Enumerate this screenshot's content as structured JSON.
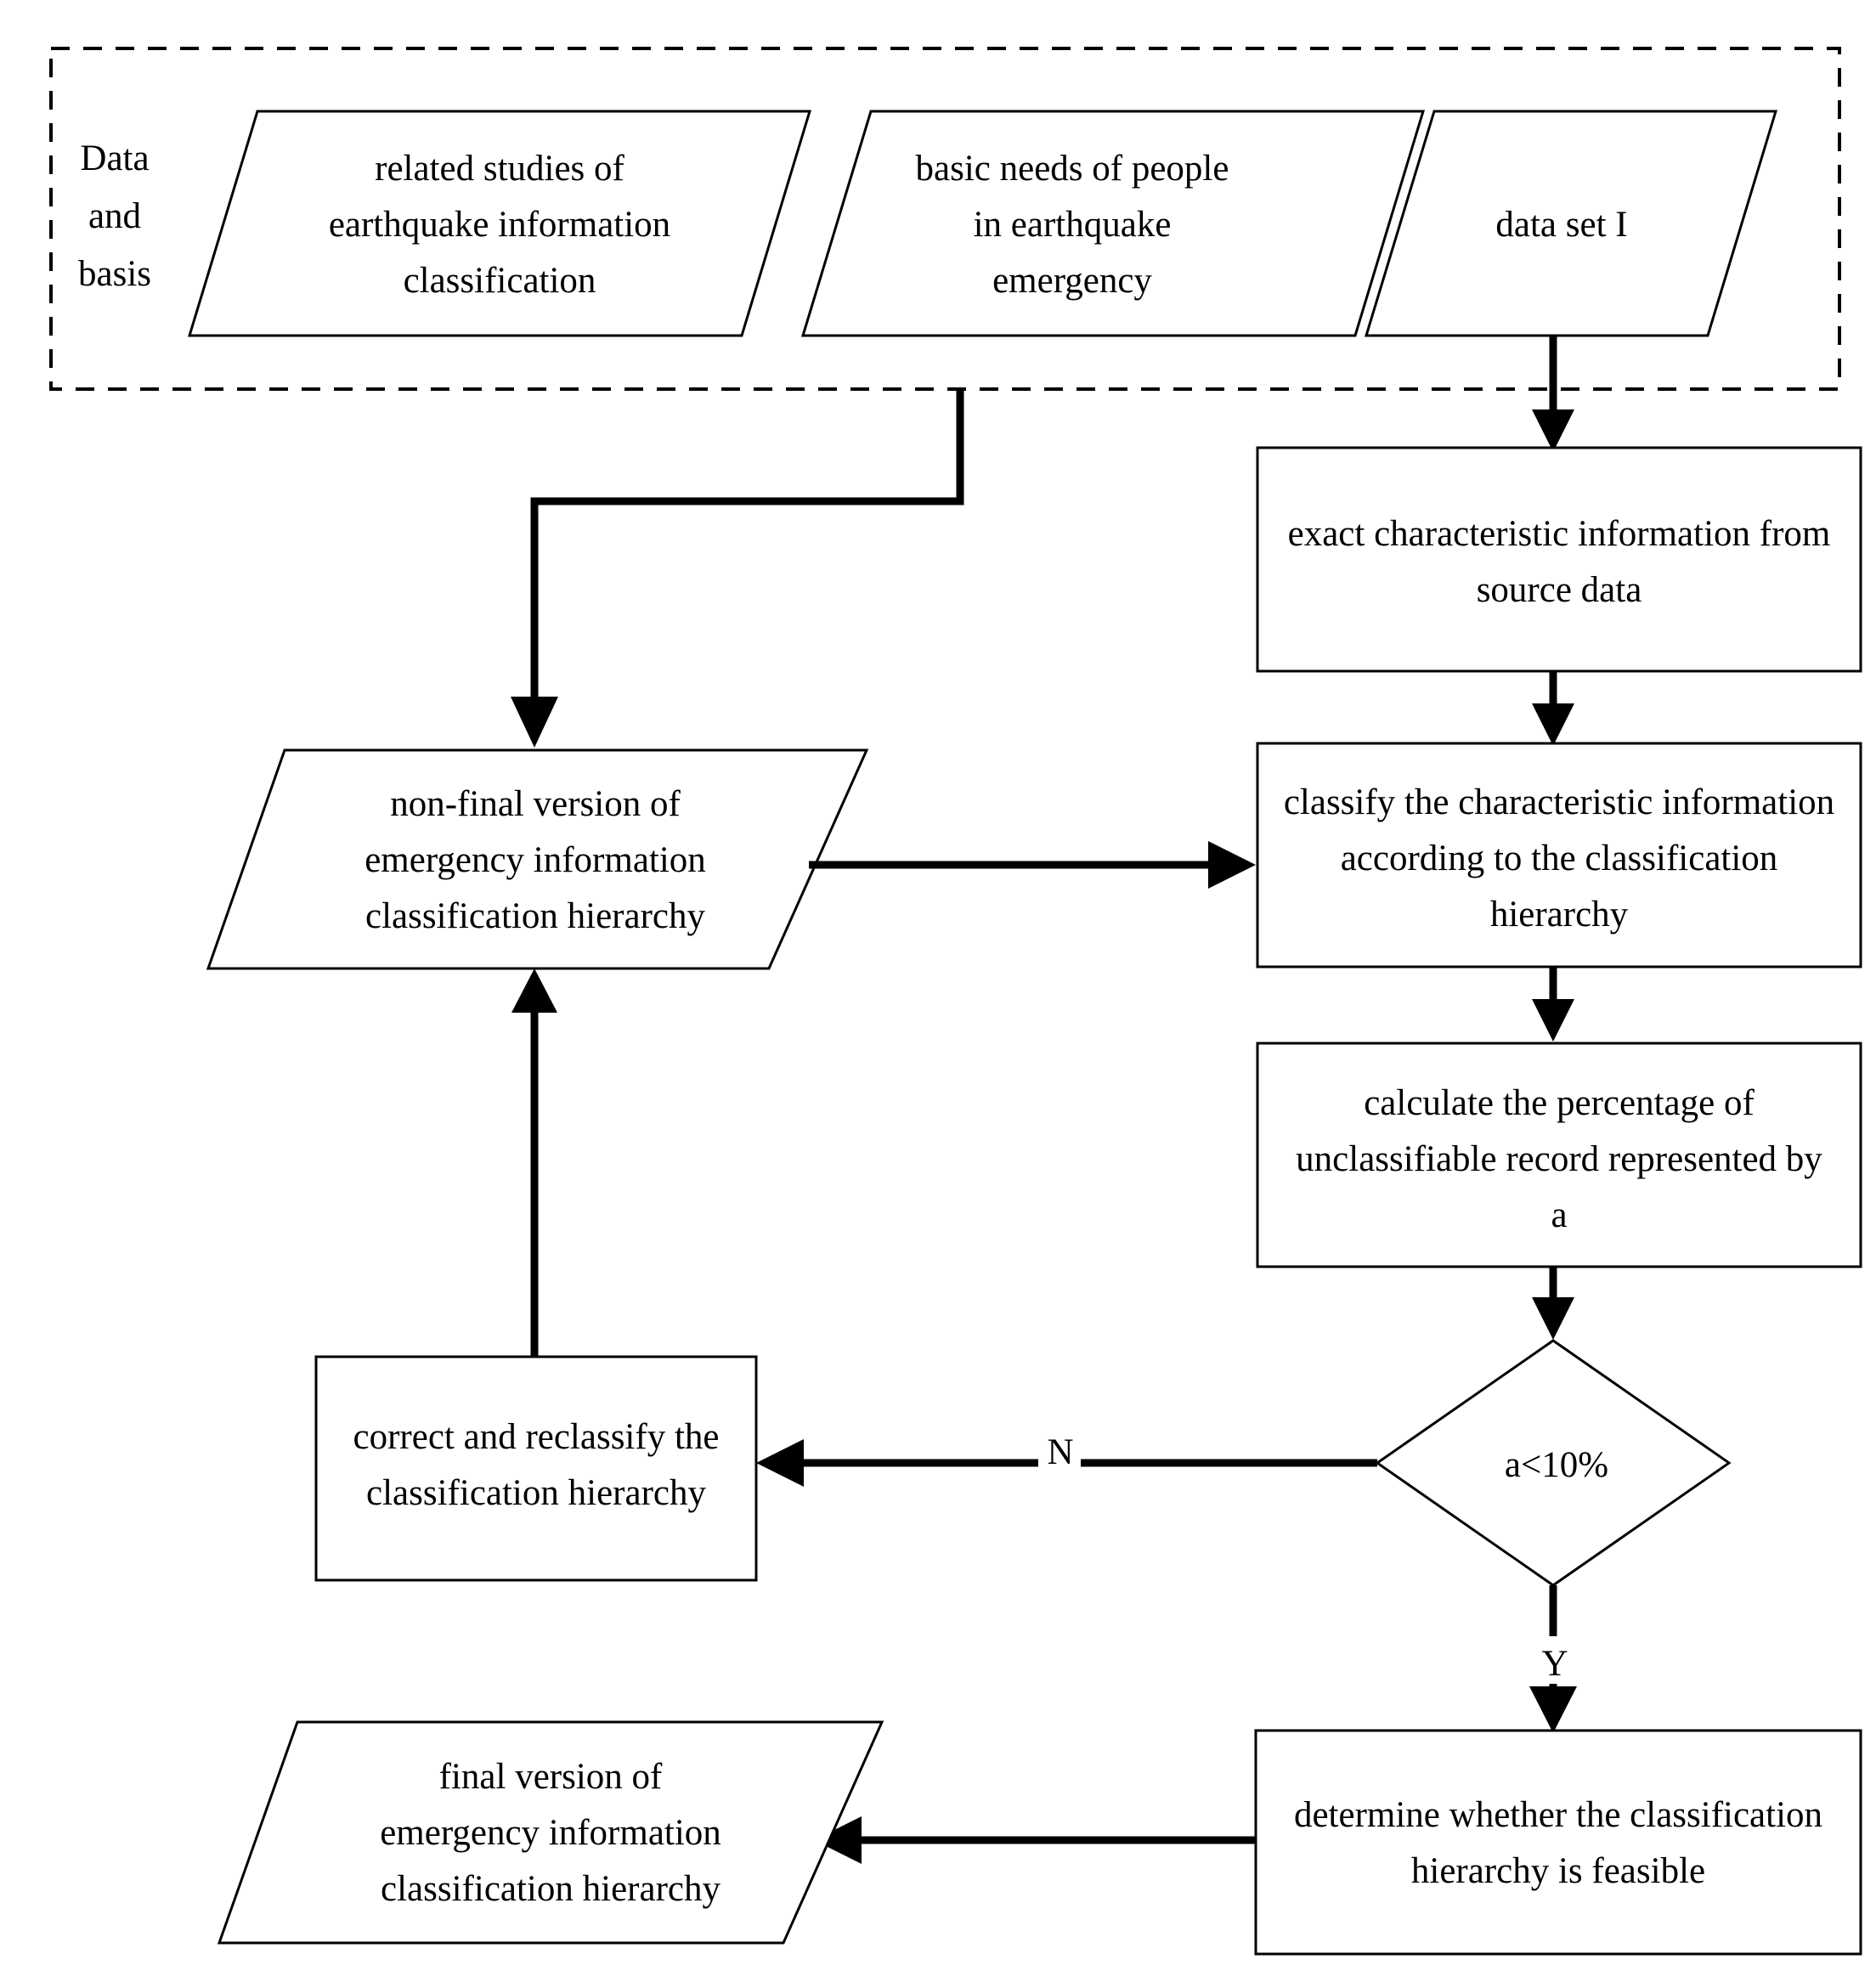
{
  "diagram": {
    "title_group": {
      "label": "Data\nand\nbasis",
      "label_lines": [
        "Data",
        "and",
        "basis"
      ]
    },
    "nodes": [
      {
        "id": "related-studies",
        "shape": "parallelogram",
        "lines": [
          "related studies of",
          "earthquake information",
          "classification"
        ]
      },
      {
        "id": "basic-needs",
        "shape": "parallelogram",
        "lines": [
          "basic needs of people",
          "in earthquake",
          "emergency"
        ]
      },
      {
        "id": "data-set-i",
        "shape": "parallelogram",
        "lines": [
          "data set I"
        ]
      },
      {
        "id": "exact-characteristic",
        "shape": "rectangle",
        "lines": [
          "exact characteristic information from",
          "source data"
        ]
      },
      {
        "id": "classify-characteristic",
        "shape": "rectangle",
        "lines": [
          "classify the characteristic information",
          "according to the classification",
          "hierarchy"
        ]
      },
      {
        "id": "calculate-percentage",
        "shape": "rectangle",
        "lines": [
          "calculate the percentage of",
          "unclassifiable record  represented by",
          "a"
        ]
      },
      {
        "id": "decision-a",
        "shape": "diamond",
        "lines": [
          "a<10%"
        ]
      },
      {
        "id": "non-final-version",
        "shape": "parallelogram",
        "lines": [
          "non-final version of",
          "emergency information",
          "classification hierarchy"
        ]
      },
      {
        "id": "correct-reclassify",
        "shape": "rectangle",
        "lines": [
          "correct and reclassify the",
          "classification hierarchy"
        ]
      },
      {
        "id": "determine-feasible",
        "shape": "rectangle",
        "lines": [
          "determine whether the classification",
          "hierarchy is feasible"
        ]
      },
      {
        "id": "final-version",
        "shape": "parallelogram",
        "lines": [
          "final version of",
          "emergency information",
          "classification hierarchy"
        ]
      }
    ],
    "edge_labels": {
      "no_branch": "N",
      "yes_branch": "Y"
    },
    "colors": {
      "stroke": "#000000",
      "fill": "#ffffff",
      "connector": "#000000"
    }
  }
}
